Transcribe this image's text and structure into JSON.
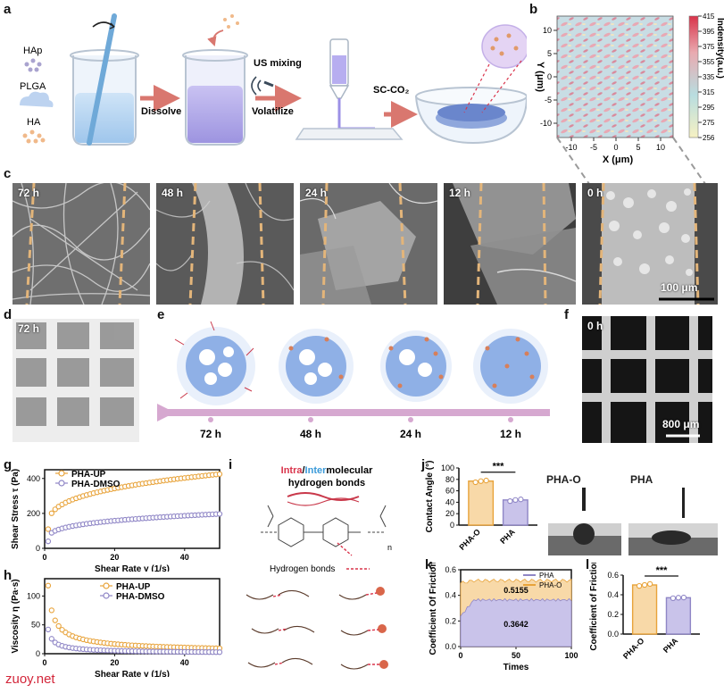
{
  "panel_letters": [
    "a",
    "b",
    "c",
    "d",
    "e",
    "f",
    "g",
    "h",
    "i",
    "j",
    "k",
    "l"
  ],
  "schematic": {
    "materials": [
      "HAp",
      "PLGA",
      "HA"
    ],
    "steps": [
      "Dissolve",
      "US mixing",
      "Volatilize",
      "SC-CO₂"
    ]
  },
  "heatmap_b": {
    "xlabel": "X  (μm)",
    "ylabel": "Y (μm)",
    "xticks": [
      "-10",
      "-5",
      "0",
      "5",
      "10"
    ],
    "yticks": [
      "10",
      "5",
      "0",
      "-5",
      "-10"
    ],
    "colorbar_label": "Indensity(a.u.)",
    "colorbar_ticks": [
      "415",
      "395",
      "375",
      "355",
      "335",
      "315",
      "295",
      "275",
      "256"
    ]
  },
  "sem_c": {
    "times": [
      "72 h",
      "48 h",
      "24 h",
      "12 h",
      "0 h"
    ],
    "scalebar": "100 μm"
  },
  "photo_d": {
    "time": "72 h"
  },
  "photo_f": {
    "time": "0 h",
    "scalebar": "800 μm"
  },
  "degradation_e": {
    "times": [
      "72 h",
      "48 h",
      "24 h",
      "12 h"
    ]
  },
  "hbond_i": {
    "title_intra": "Intra",
    "title_slash": "/",
    "title_inter": "Inter",
    "title_rest": "molecular",
    "title_line2": "hydrogen bonds",
    "legend": "Hydrogen bonds",
    "subscript": "n"
  },
  "photos_j": {
    "labels": [
      "PHA-O",
      "PHA"
    ]
  },
  "colors": {
    "orange": "#e8a33a",
    "purple": "#8f86c6",
    "orange_fill": "#f8d9a8",
    "purple_fill": "#c9c3ea",
    "watermark": "#d3263a"
  },
  "watermark": "zuoy.net",
  "chart_data": [
    {
      "id": "g",
      "type": "scatter",
      "xlabel": "Shear Rate γ (1/s)",
      "ylabel": "Shear Stress τ (Pa)",
      "xlim": [
        0,
        50
      ],
      "ylim": [
        0,
        450
      ],
      "xticks": [
        0,
        20,
        40
      ],
      "yticks": [
        0,
        200,
        400
      ],
      "legend_position": "top-left",
      "series": [
        {
          "name": "PHA-UP",
          "color": "orange",
          "x0": 1,
          "x1": 50,
          "y0": 110,
          "y1": 425,
          "p": 0.32
        },
        {
          "name": "PHA-DMSO",
          "color": "purple",
          "x0": 1,
          "x1": 50,
          "y0": 40,
          "y1": 197,
          "p": 0.3
        }
      ]
    },
    {
      "id": "h",
      "type": "scatter",
      "xlabel": "Shear Rate γ (1/s)",
      "ylabel": "Viscosity η (Pa·s)",
      "xlim": [
        0,
        50
      ],
      "ylim": [
        0,
        130
      ],
      "xticks": [
        0,
        20,
        40
      ],
      "yticks": [
        0,
        50,
        100
      ],
      "legend_position": "top-right",
      "series": [
        {
          "name": "PHA-UP",
          "color": "orange",
          "k": 118,
          "n": -0.65
        },
        {
          "name": "PHA-DMSO",
          "color": "purple",
          "k": 42,
          "n": -0.7
        }
      ]
    },
    {
      "id": "j",
      "type": "bar",
      "ylabel": "Contact Angle (°)",
      "categories": [
        "PHA-O",
        "PHA"
      ],
      "values": [
        77,
        44
      ],
      "points": [
        [
          75,
          77,
          78
        ],
        [
          42,
          44,
          45
        ]
      ],
      "ylim": [
        0,
        100
      ],
      "yticks": [
        0,
        20,
        40,
        60,
        80,
        100
      ],
      "significance": "***"
    },
    {
      "id": "k",
      "type": "area",
      "xlabel": "Times",
      "ylabel": "Coefficient Of Friction",
      "xlim": [
        0,
        100
      ],
      "ylim": [
        0,
        0.6
      ],
      "xticks": [
        0,
        50,
        100
      ],
      "yticks": [
        0.0,
        0.2,
        0.4,
        0.6
      ],
      "legend_position": "top-right",
      "series": [
        {
          "name": "PHA",
          "color": "purple",
          "mean": 0.3642,
          "label": "0.3642"
        },
        {
          "name": "PHA-O",
          "color": "orange",
          "mean": 0.5155,
          "label": "0.5155"
        }
      ]
    },
    {
      "id": "l",
      "type": "bar",
      "ylabel": "Coefficient of Friction",
      "categories": [
        "PHA-O",
        "PHA"
      ],
      "values": [
        0.5,
        0.37
      ],
      "points": [
        [
          0.49,
          0.5,
          0.51
        ],
        [
          0.365,
          0.37,
          0.372
        ]
      ],
      "ylim": [
        0,
        0.6
      ],
      "yticks": [
        0.0,
        0.2,
        0.4,
        0.6
      ],
      "significance": "***"
    }
  ]
}
